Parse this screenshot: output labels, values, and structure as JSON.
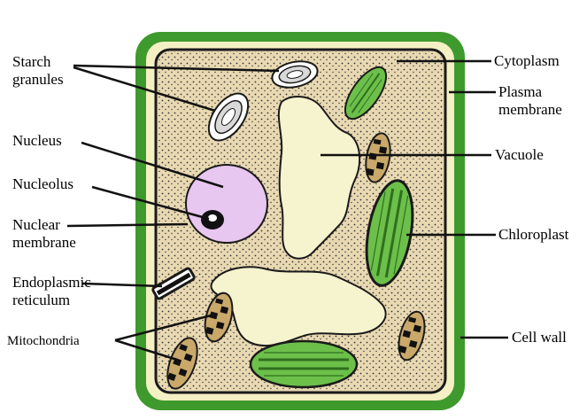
{
  "diagram": {
    "labels": {
      "starch_granules": "Starch\ngranules",
      "nucleus": "Nucleus",
      "nucleolus": "Nucleolus",
      "nuclear_membrane": "Nuclear\nmembrane",
      "endoplasmic_reticulum": "Endoplasmic\nreticulum",
      "mitochondria": "Mitochondria",
      "cytoplasm": "Cytoplasm",
      "plasma_membrane": "Plasma\nmembrane",
      "vacuole": "Vacuole",
      "chloroplast": "Chloroplast",
      "cell_wall": "Cell wall"
    },
    "colors": {
      "cell_wall": "#3f9a2e",
      "wall_inner": "#f5f0c4",
      "cytoplasm": "#e9d9b2",
      "vacuole": "#f6f3cf",
      "nucleus": "#e7c6ef",
      "chloroplast": "#6cc04a",
      "mitochondria": "#c9a86a"
    }
  }
}
